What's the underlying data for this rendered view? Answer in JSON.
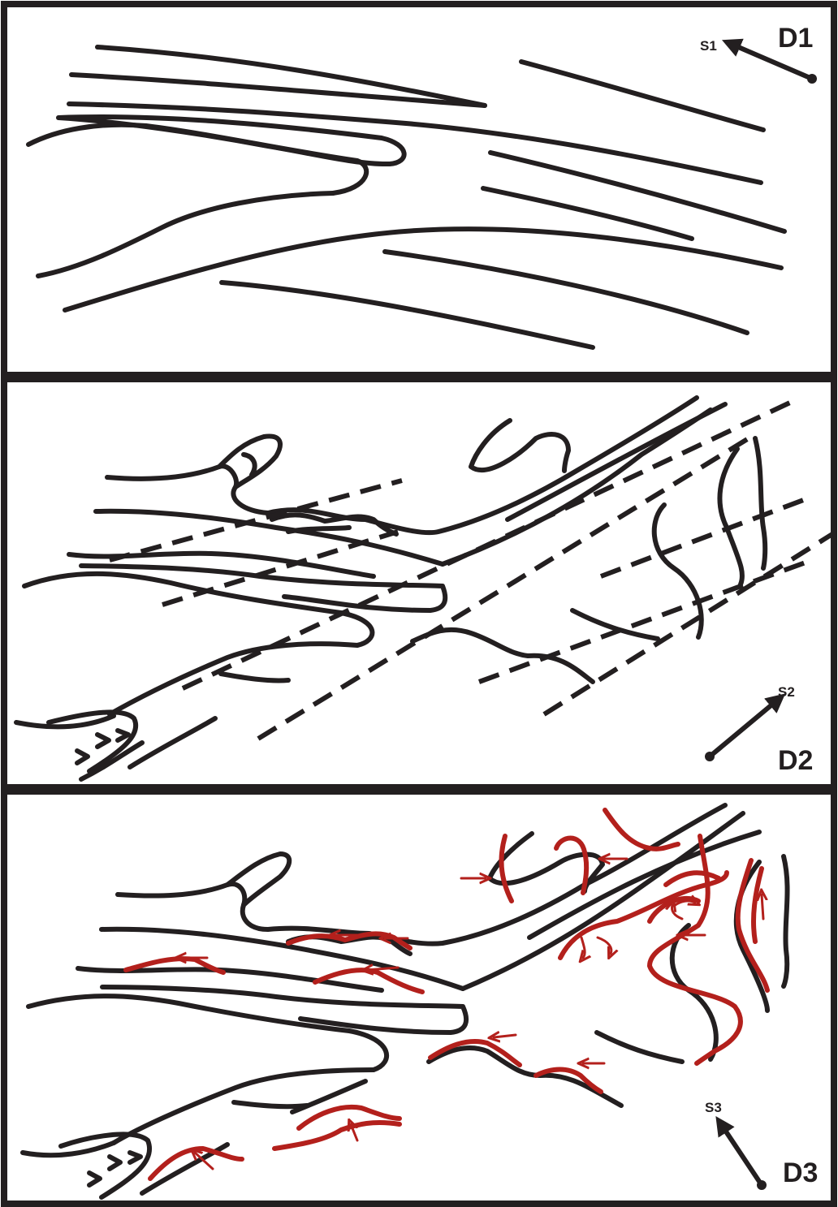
{
  "panels": [
    {
      "id": "D1",
      "label": "D1",
      "stress_label": "S1"
    },
    {
      "id": "D2",
      "label": "D2",
      "stress_label": "S2"
    },
    {
      "id": "D3",
      "label": "D3",
      "stress_label": "S3"
    }
  ],
  "colors": {
    "line": "#231f20",
    "overprint": "#b3201c",
    "background": "#ffffff"
  }
}
